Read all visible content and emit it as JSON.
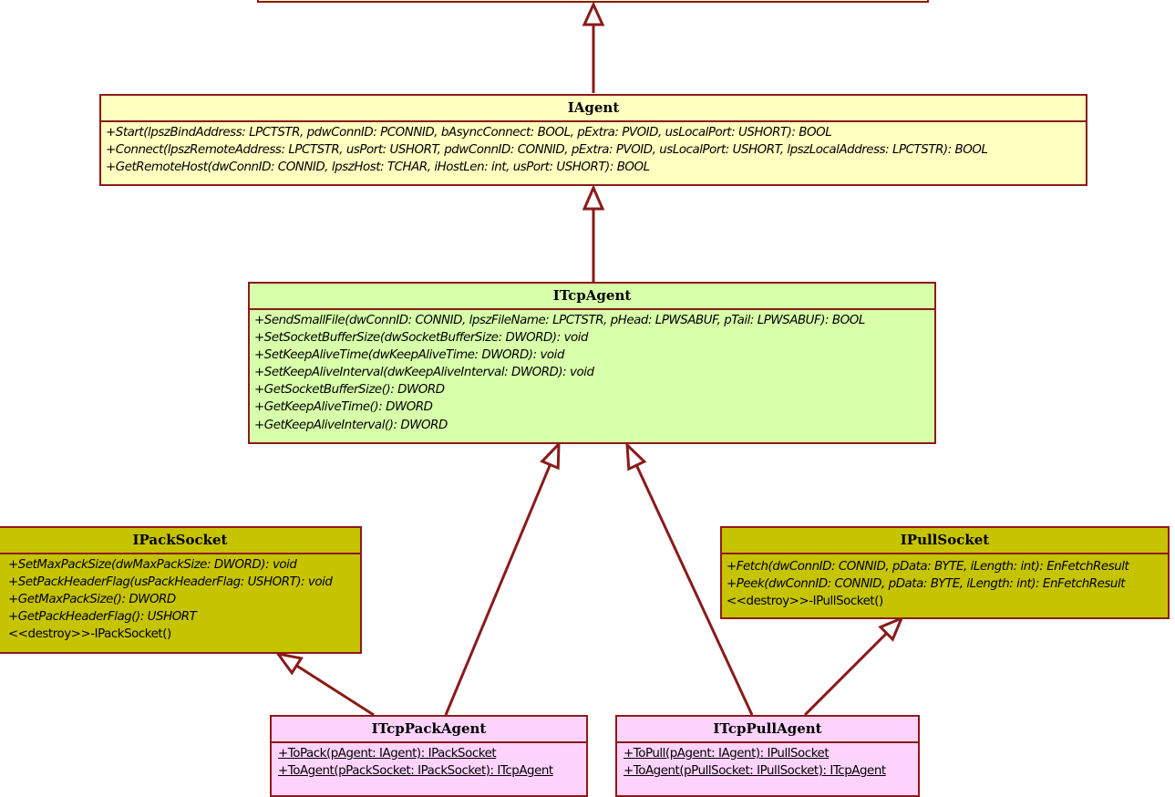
{
  "colors": {
    "border": "#8b1a1a",
    "iagent_fill": "#ffffc0",
    "itcpagent_fill": "#d8ffaa",
    "socket_fill": "#c6c300",
    "concrete_fill": "#fed4fe"
  },
  "classes": {
    "iagent": {
      "name": "IAgent",
      "operations": [
        "+Start(lpszBindAddress: LPCTSTR, pdwConnID: PCONNID, bAsyncConnect: BOOL, pExtra: PVOID, usLocalPort: USHORT): BOOL",
        "+Connect(lpszRemoteAddress: LPCTSTR, usPort: USHORT, pdwConnID: CONNID, pExtra: PVOID, usLocalPort: USHORT, lpszLocalAddress: LPCTSTR): BOOL",
        "+GetRemoteHost(dwConnID: CONNID, lpszHost: TCHAR, iHostLen: int, usPort: USHORT): BOOL"
      ]
    },
    "itcpagent": {
      "name": "ITcpAgent",
      "operations": [
        "+SendSmallFile(dwConnID: CONNID, lpszFileName: LPCTSTR, pHead: LPWSABUF, pTail: LPWSABUF): BOOL",
        "+SetSocketBufferSize(dwSocketBufferSize: DWORD): void",
        "+SetKeepAliveTime(dwKeepAliveTime: DWORD): void",
        "+SetKeepAliveInterval(dwKeepAliveInterval: DWORD): void",
        "+GetSocketBufferSize(): DWORD",
        "+GetKeepAliveTime(): DWORD",
        "+GetKeepAliveInterval(): DWORD"
      ]
    },
    "ipacksocket": {
      "name": "IPackSocket",
      "operations": [
        "+SetMaxPackSize(dwMaxPackSize: DWORD): void",
        "+SetPackHeaderFlag(usPackHeaderFlag: USHORT): void",
        "+GetMaxPackSize(): DWORD",
        "+GetPackHeaderFlag(): USHORT"
      ],
      "destructor": "<<destroy>>-IPackSocket()"
    },
    "ipullsocket": {
      "name": "IPullSocket",
      "operations": [
        "+Fetch(dwConnID: CONNID, pData: BYTE, iLength: int): EnFetchResult",
        "+Peek(dwConnID: CONNID, pData: BYTE, iLength: int): EnFetchResult"
      ],
      "destructor": "<<destroy>>-IPullSocket()"
    },
    "itcppackagent": {
      "name": "ITcpPackAgent",
      "operations": [
        "+ToPack(pAgent: IAgent): IPackSocket",
        "+ToAgent(pPackSocket: IPackSocket): ITcpAgent"
      ]
    },
    "itcppullagent": {
      "name": "ITcpPullAgent",
      "operations": [
        "+ToPull(pAgent: IAgent): IPullSocket",
        "+ToAgent(pPullSocket: IPullSocket): ITcpAgent"
      ]
    }
  }
}
